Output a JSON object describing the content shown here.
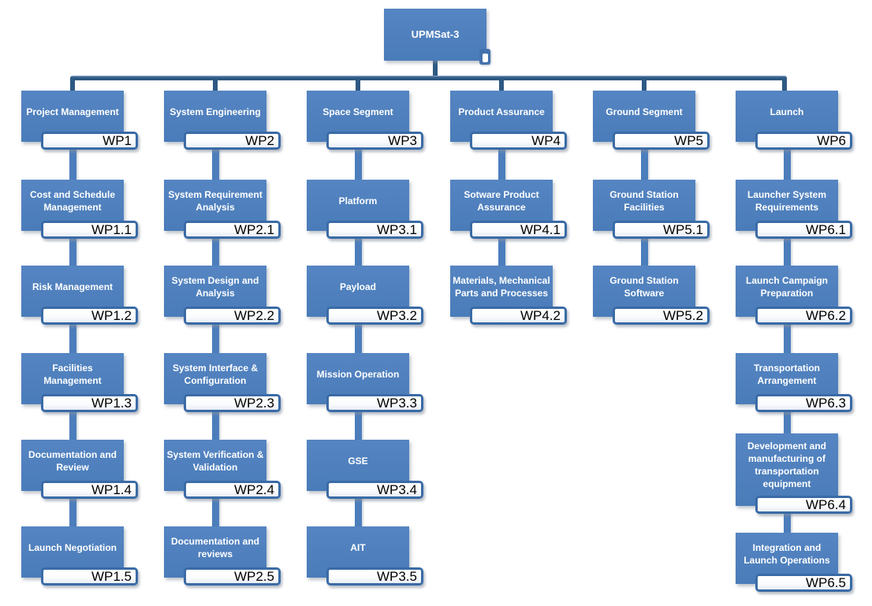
{
  "diagram_title": "UPMSat-3",
  "colors": {
    "box_blue": "#4f81bd",
    "connector_light_blue": "#4c7ebc",
    "connector_dark_blue": "#2e5984",
    "wp_bar_border": "#3a6ba6",
    "wp_bar_fill": "#ffffff",
    "box_text": "#ffffff",
    "code_text": "#000000"
  },
  "root": {
    "label": "UPMSat-3"
  },
  "branches": [
    {
      "label": "Project Management",
      "code": "WP1",
      "children": [
        {
          "label": "Cost and Schedule Management",
          "code": "WP1.1"
        },
        {
          "label": "Risk Management",
          "code": "WP1.2"
        },
        {
          "label": "Facilities Management",
          "code": "WP1.3"
        },
        {
          "label": "Documentation and Review",
          "code": "WP1.4"
        },
        {
          "label": "Launch Negotiation",
          "code": "WP1.5"
        }
      ]
    },
    {
      "label": "System Engineering",
      "code": "WP2",
      "children": [
        {
          "label": "System Requirement Analysis",
          "code": "WP2.1"
        },
        {
          "label": "System Design and Analysis",
          "code": "WP2.2"
        },
        {
          "label": "System Interface & Configuration",
          "code": "WP2.3"
        },
        {
          "label": "System Verification & Validation",
          "code": "WP2.4"
        },
        {
          "label": "Documentation and reviews",
          "code": "WP2.5"
        }
      ]
    },
    {
      "label": "Space Segment",
      "code": "WP3",
      "children": [
        {
          "label": "Platform",
          "code": "WP3.1"
        },
        {
          "label": "Payload",
          "code": "WP3.2"
        },
        {
          "label": "Mission Operation",
          "code": "WP3.3"
        },
        {
          "label": "GSE",
          "code": "WP3.4"
        },
        {
          "label": "AIT",
          "code": "WP3.5"
        }
      ]
    },
    {
      "label": "Product Assurance",
      "code": "WP4",
      "children": [
        {
          "label": "Sotware Product Assurance",
          "code": "WP4.1"
        },
        {
          "label": "Materials, Mechanical Parts and Processes",
          "code": "WP4.2"
        }
      ]
    },
    {
      "label": "Ground Segment",
      "code": "WP5",
      "children": [
        {
          "label": "Ground Station Facilities",
          "code": "WP5.1"
        },
        {
          "label": "Ground Station Software",
          "code": "WP5.2"
        }
      ]
    },
    {
      "label": "Launch",
      "code": "WP6",
      "children": [
        {
          "label": "Launcher System Requirements",
          "code": "WP6.1"
        },
        {
          "label": "Launch Campaign Preparation",
          "code": "WP6.2"
        },
        {
          "label": "Transportation Arrangement",
          "code": "WP6.3"
        },
        {
          "label": "Development and manufacturing of transportation equipment",
          "code": "WP6.4"
        },
        {
          "label": "Integration and Launch Operations",
          "code": "WP6.5"
        }
      ]
    }
  ]
}
